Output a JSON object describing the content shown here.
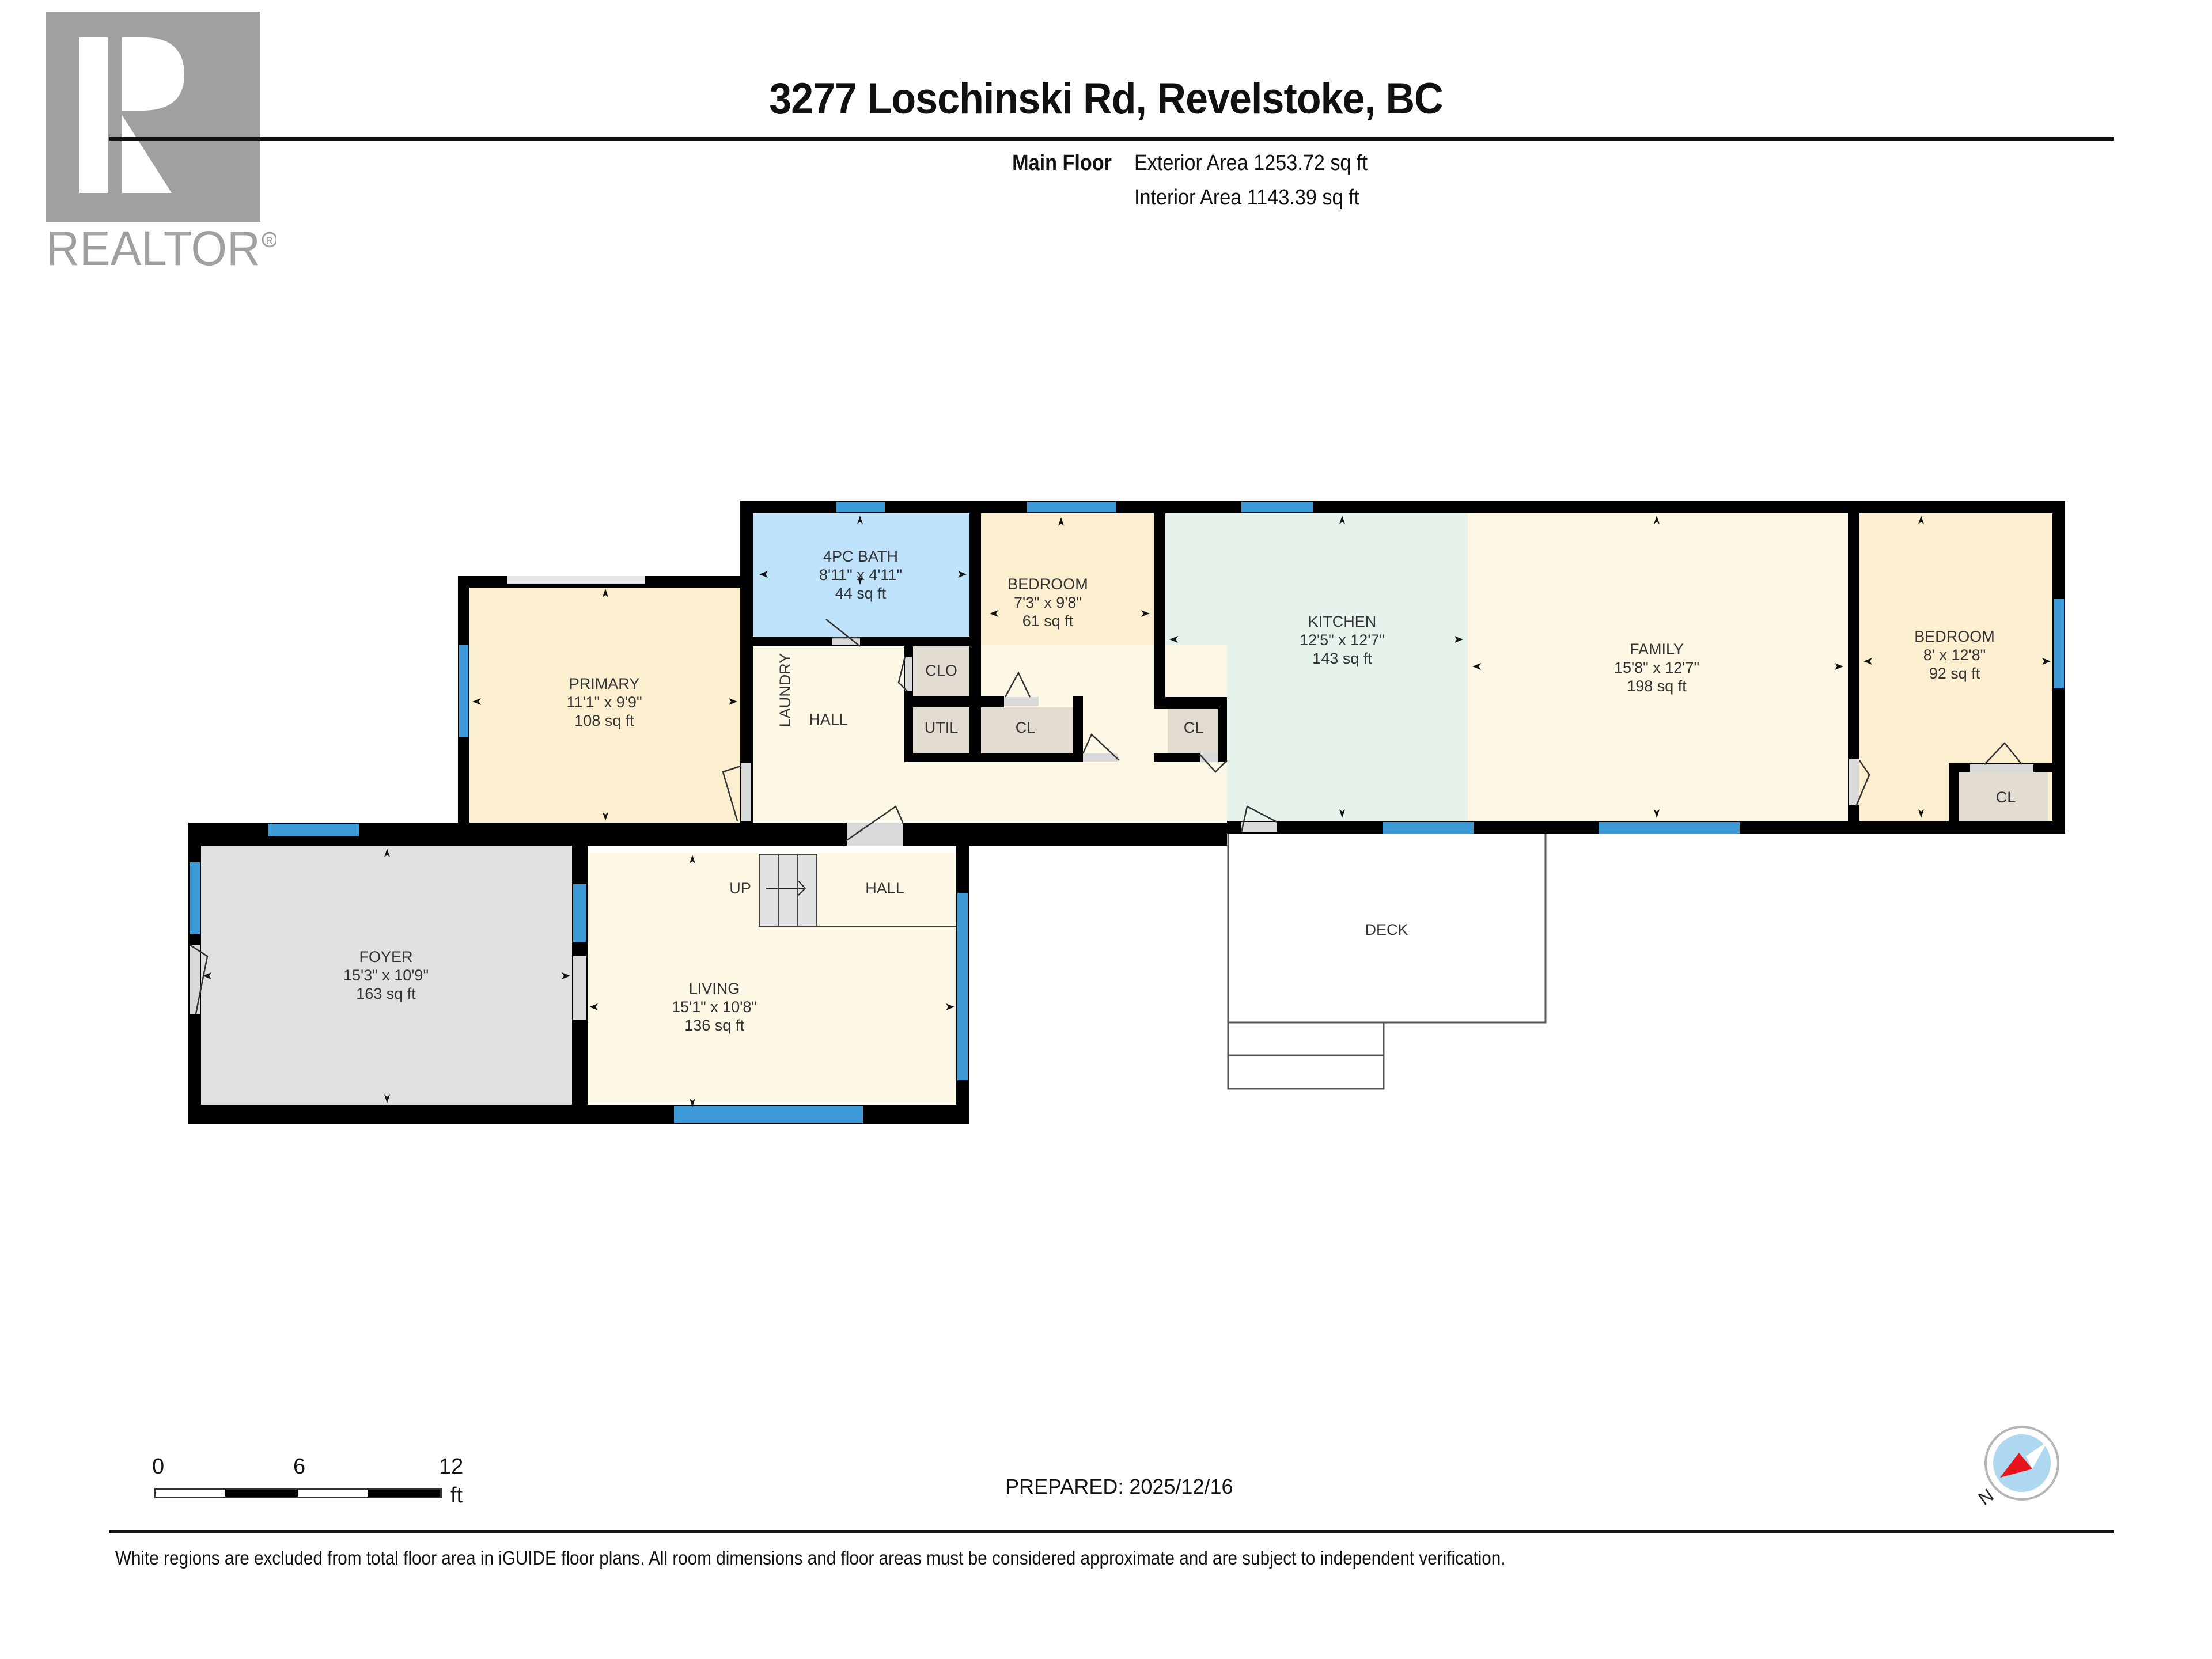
{
  "logo": {
    "mark": "R",
    "text": "REALTOR",
    "registered": "®"
  },
  "header": {
    "title": "3277 Loschinski Rd, Revelstoke, BC",
    "floor_label": "Main Floor",
    "exterior_area": "Exterior Area 1253.72 sq ft",
    "interior_area": "Interior Area 1143.39 sq ft"
  },
  "rooms": {
    "bath": {
      "name": "4PC BATH",
      "dims": "8'11\" x 4'11\"",
      "area": "44 sq ft"
    },
    "bedroom1": {
      "name": "BEDROOM",
      "dims": "7'3\" x 9'8\"",
      "area": "61 sq ft"
    },
    "kitchen": {
      "name": "KITCHEN",
      "dims": "12'5\" x 12'7\"",
      "area": "143 sq ft"
    },
    "family": {
      "name": "FAMILY",
      "dims": "15'8\" x 12'7\"",
      "area": "198 sq ft"
    },
    "bedroom2": {
      "name": "BEDROOM",
      "dims": "8' x 12'8\"",
      "area": "92 sq ft"
    },
    "primary": {
      "name": "PRIMARY",
      "dims": "11'1\" x 9'9\"",
      "area": "108 sq ft"
    },
    "foyer": {
      "name": "FOYER",
      "dims": "15'3\" x 10'9\"",
      "area": "163 sq ft"
    },
    "living": {
      "name": "LIVING",
      "dims": "15'1\" x 10'8\"",
      "area": "136 sq ft"
    }
  },
  "labels": {
    "laundry": "LAUNDRY",
    "hall_upper": "HALL",
    "hall_lower": "HALL",
    "clo": "CLO",
    "util": "UTIL",
    "cl_bedroom1": "CL",
    "cl_kitchen": "CL",
    "cl_bedroom2": "CL",
    "up": "UP",
    "deck": "DECK"
  },
  "scale": {
    "ticks": [
      "0",
      "6",
      "12"
    ],
    "unit": "ft"
  },
  "prepared": "PREPARED: 2025/12/16",
  "compass": {
    "north_label": "N"
  },
  "disclaimer": "White regions are excluded from total floor area in iGUIDE floor plans. All room dimensions and floor areas must be considered approximate and are subject to independent verification.",
  "colors": {
    "wall": "#000000",
    "window": "#3d9ad6",
    "bath": "#bfe3fa",
    "bedroom": "#fcefd0",
    "kitchen": "#e5f3ea",
    "family": "#fdf7e3",
    "hall": "#fdf8e6",
    "foyer": "#e0e0e0",
    "closet": "#e3dcd0",
    "door": "#d9d9d9",
    "logo_gray": "#a0a0a0",
    "compass_red": "#e8141b",
    "compass_blue": "#aed7f0"
  }
}
